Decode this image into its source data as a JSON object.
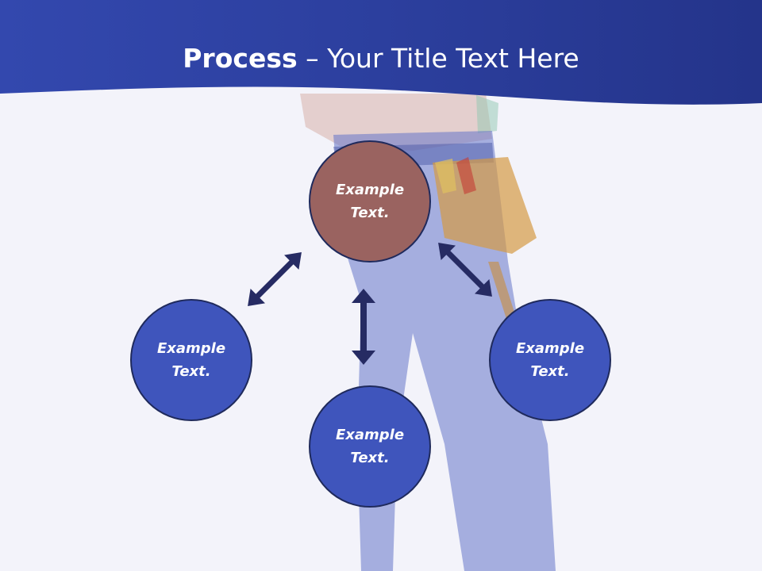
{
  "title": {
    "strong": "Process",
    "rest": " – Your Title Text Here"
  },
  "nodes": {
    "top": "Example Text.",
    "left": "Example Text.",
    "bottom": "Example Text.",
    "right": "Example Text."
  },
  "colors": {
    "header_blue": "#2f43a8",
    "node_blue": "#3f55bc",
    "node_center": "#9a6360",
    "arrow": "#262b63",
    "background": "#f3f3fa"
  }
}
